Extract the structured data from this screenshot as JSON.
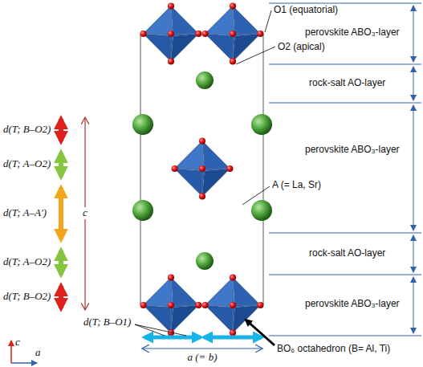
{
  "diagram": {
    "labels": [
      "O1 (equatorial)",
      "perovskite ABO₃-layer",
      "O2 (apical)",
      "rock-salt AO-layer",
      "perovskite ABO₃-layer",
      "A (= La, Sr)",
      "rock-salt AO-layer",
      "perovskite ABO₃-layer",
      "BO₆ octahedron (B= Al, Ti)",
      "d(T; B–O2)",
      "d(T; A–O2)",
      "d(T; A–A′)",
      "d(T; A–O2)",
      "d(T; B–O2)",
      "c",
      "d(T; B–O1)",
      "a (= b)",
      "c",
      "a"
    ]
  }
}
